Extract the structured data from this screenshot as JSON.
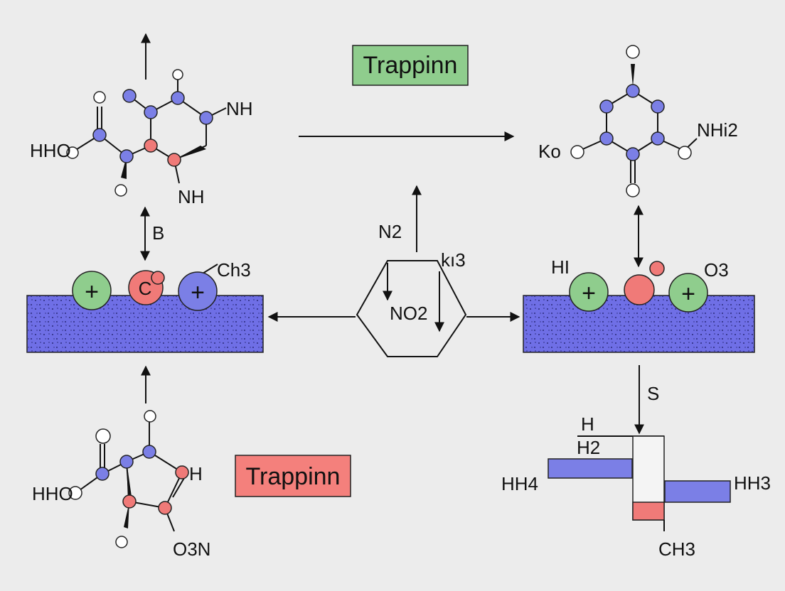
{
  "colors": {
    "background": "#ececec",
    "blue_node": "#7b7fe6",
    "red_node": "#f07a78",
    "green_node": "#8fcd8d",
    "surface": "#6f6fe6",
    "badge_green": "#8fcd8d",
    "badge_red": "#f4807c",
    "line": "#111111"
  },
  "badges": {
    "top": "Trappinn",
    "bottom": "Trappinn"
  },
  "molecule_top_left": {
    "label_hho": "HHO",
    "label_nh_top": "NH",
    "label_nh_bottom": "NH"
  },
  "molecule_top_right": {
    "label_ko": "Ko",
    "label_nh2": "NHi2"
  },
  "molecule_bottom_left": {
    "label_hho": "HHO",
    "label_h": "H",
    "label_o3n": "O3N"
  },
  "surface_left": {
    "label_b": "B",
    "label_ch3": "Ch3",
    "plus_left": "+",
    "c_node": "C",
    "plus_right": "+"
  },
  "surface_right": {
    "label_hi": "HI",
    "label_o3": "O3",
    "plus_left": "+",
    "plus_right": "+"
  },
  "center_ring": {
    "label_n2": "N2",
    "label_k13": "kı3",
    "label_no2": "NO2"
  },
  "bottom_right": {
    "label_s": "S",
    "label_h": "H",
    "label_h2": "H2",
    "label_hh4": "HH4",
    "label_hh3": "HH3",
    "label_ch3": "CH3"
  }
}
